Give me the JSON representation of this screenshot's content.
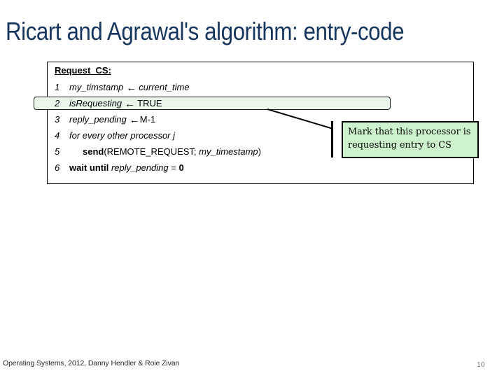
{
  "slide": {
    "title": "Ricart and Agrawal's algorithm: entry-code",
    "footer_text": "Operating Systems, 2012, Danny Hendler & Roie Zivan",
    "page_number": "10"
  },
  "code_box": {
    "heading": "Request_CS:",
    "arrow_icon": "←",
    "lines": [
      {
        "num": "1",
        "lhs": "my_timstamp",
        "rhs": "current_time"
      },
      {
        "num": "2",
        "lhs": "isRequesting",
        "rhs": "TRUE"
      },
      {
        "num": "3",
        "lhs": "reply_pending",
        "rhs": "M-1"
      },
      {
        "num": "4",
        "text": "for every other processor j"
      },
      {
        "num": "5",
        "keyword": "send",
        "args_open": "(REMOTE_REQUEST; ",
        "arg_name": "my_timestamp",
        "args_close": ")"
      },
      {
        "num": "6",
        "keyword": "wait until ",
        "var": "reply_pending",
        "operator": " = ",
        "value": "0"
      }
    ]
  },
  "callout": {
    "text": "Mark that this processor is requesting entry to CS"
  },
  "colors": {
    "title_text": "#17365D",
    "highlight_fill": "#EAF7EA",
    "callout_fill": "#CDF3CD",
    "border_and_lines": "#000000",
    "page_number_text": "#808080"
  }
}
